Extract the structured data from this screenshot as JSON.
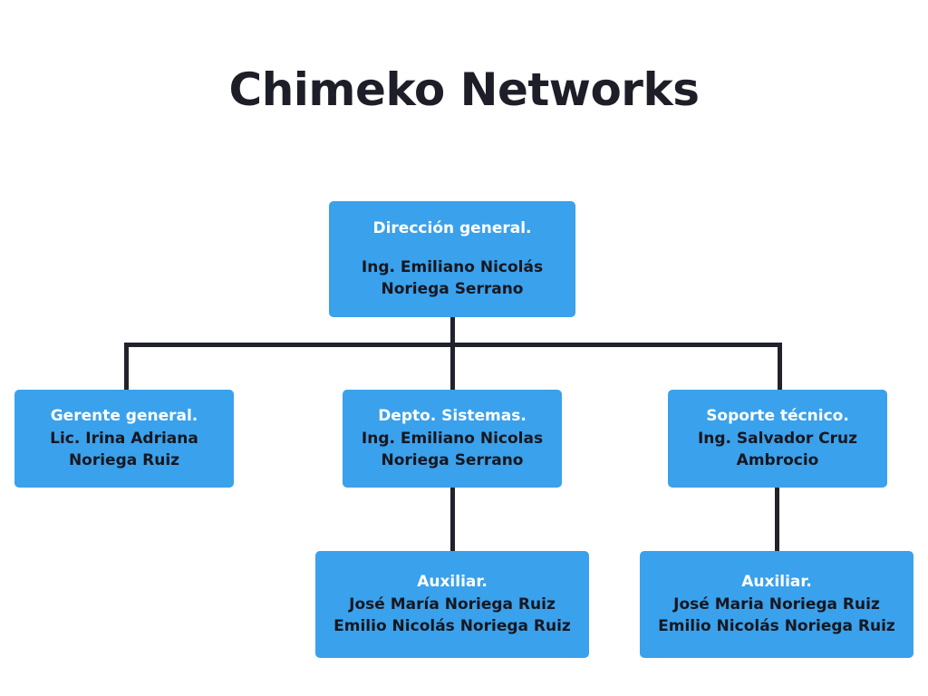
{
  "page": {
    "title": "Chimeko Networks",
    "background_color": "#ffffff",
    "title_color": "#1e1e28"
  },
  "theme": {
    "node_fill": "#3aa1ec",
    "role_text_color": "#ffffff",
    "person_text_color": "#17171f",
    "connector_color": "#22222c"
  },
  "org_chart": {
    "type": "org-chart",
    "nodes": [
      {
        "id": "root",
        "role": "Dirección general.",
        "people": [
          "Ing. Emiliano Nicolás",
          "Noriega Serrano"
        ],
        "level": 0,
        "parent": null
      },
      {
        "id": "gerente",
        "role": "Gerente general.",
        "people": [
          "Lic. Irina Adriana",
          "Noriega Ruiz"
        ],
        "level": 1,
        "parent": "root"
      },
      {
        "id": "sistemas",
        "role": "Depto. Sistemas.",
        "people": [
          "Ing. Emiliano Nicolas",
          "Noriega Serrano"
        ],
        "level": 1,
        "parent": "root"
      },
      {
        "id": "soporte",
        "role": "Soporte técnico.",
        "people": [
          "Ing. Salvador Cruz",
          "Ambrocio"
        ],
        "level": 1,
        "parent": "root"
      },
      {
        "id": "aux-left",
        "role": "Auxiliar.",
        "people": [
          "José María Noriega Ruiz",
          "Emilio Nicolás Noriega Ruiz"
        ],
        "level": 2,
        "parent": "sistemas"
      },
      {
        "id": "aux-right",
        "role": "Auxiliar.",
        "people": [
          "José Maria Noriega Ruiz",
          "Emilio Nicolás Noriega Ruiz"
        ],
        "level": 2,
        "parent": "soporte"
      }
    ]
  }
}
